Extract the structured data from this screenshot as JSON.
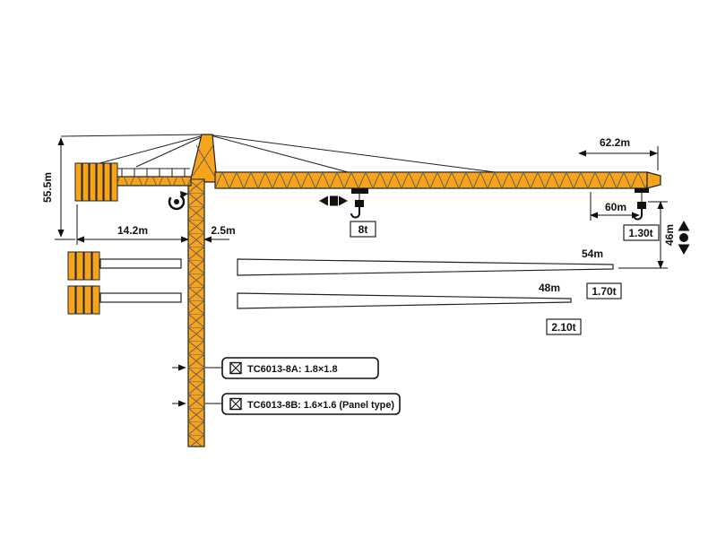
{
  "diagram": {
    "colors": {
      "crane": "#F7A41D",
      "outline": "#1F1F1F"
    },
    "dims": {
      "jib_length": "62.2m",
      "tower_height": "55.5m",
      "counter_jib": "14.2m",
      "mast_width": "2.5m",
      "radius_60": "60m",
      "hook_height": "46m"
    },
    "loads": {
      "trolley": "8t",
      "tip_62": "1.30t",
      "tip_54": "1.70t",
      "tip_48": "2.10t"
    },
    "jib_variants": {
      "v54": "54m",
      "v48": "48m"
    },
    "models": {
      "a": "TC6013-8A: 1.8×1.8",
      "b": "TC6013-8B: 1.6×1.6  (Panel type)"
    }
  }
}
